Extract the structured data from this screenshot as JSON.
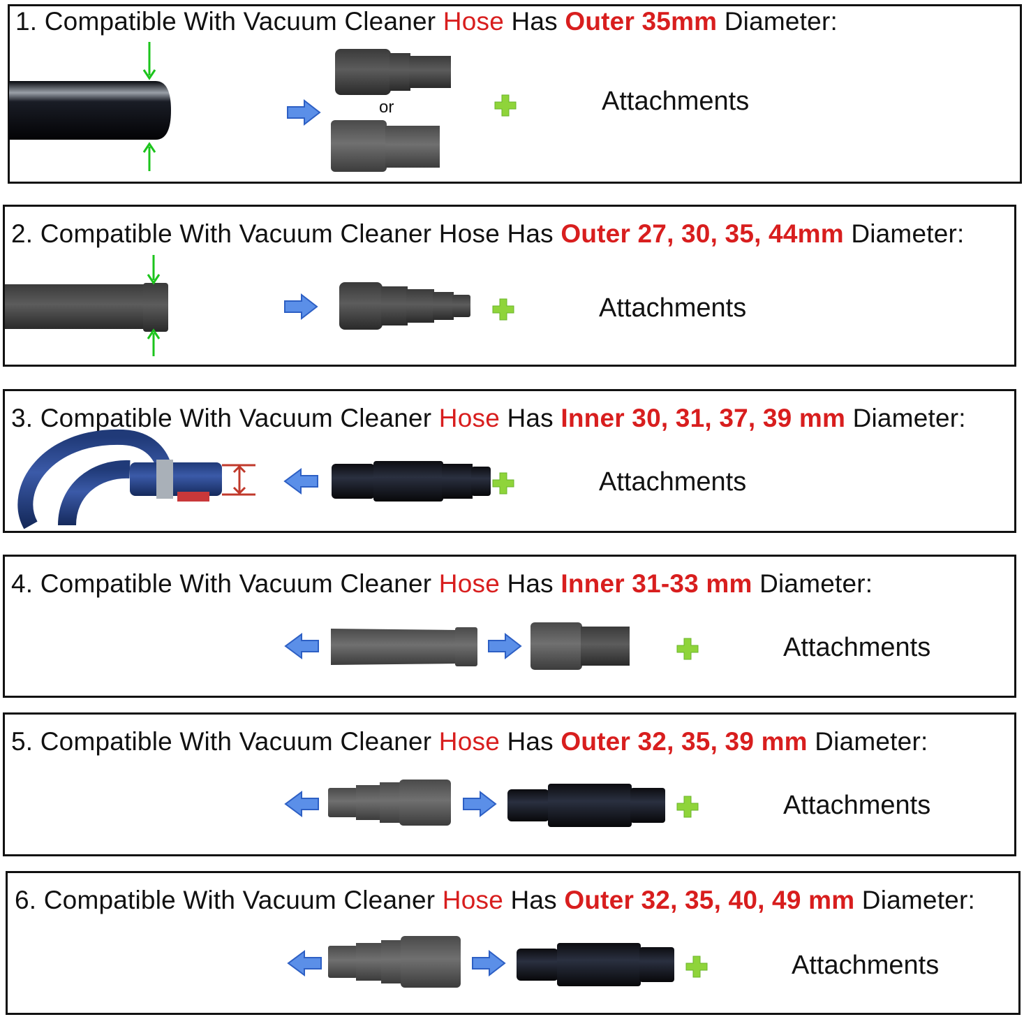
{
  "panels": [
    {
      "number": "1.",
      "prefix": "Compatible With Vacuum Cleaner",
      "hose": "Hose",
      "has": "Has",
      "spec": "Outer 35mm",
      "suffix": "Diameter:",
      "or_label": "or",
      "attachments": "Attachments"
    },
    {
      "number": "2.",
      "prefix": "Compatible With Vacuum Cleaner",
      "hose": "Hose",
      "has": "Has",
      "spec": "Outer 27, 30, 35, 44mm",
      "suffix": "Diameter:",
      "attachments": "Attachments"
    },
    {
      "number": "3.",
      "prefix": "Compatible With Vacuum Cleaner",
      "hose": "Hose",
      "has": "Has",
      "spec": "Inner 30, 31, 37, 39 mm",
      "suffix": "Diameter:",
      "attachments": "Attachments"
    },
    {
      "number": "4.",
      "prefix": "Compatible With Vacuum Cleaner",
      "hose": "Hose",
      "has": "Has",
      "spec": "Inner 31-33 mm",
      "suffix": "Diameter:",
      "attachments": "Attachments"
    },
    {
      "number": "5.",
      "prefix": "Compatible With Vacuum Cleaner",
      "hose": "Hose",
      "has": "Has",
      "spec": "Outer 32, 35, 39 mm",
      "suffix": "Diameter:",
      "attachments": "Attachments"
    },
    {
      "number": "6.",
      "prefix": "Compatible With Vacuum Cleaner",
      "hose": "Hose",
      "has": "Has",
      "spec": "Outer 32, 35, 40, 49 mm",
      "suffix": "Diameter:",
      "attachments": "Attachments"
    }
  ],
  "colors": {
    "highlight": "#d81e1e",
    "arrow_blue": "#5b8fe8",
    "plus_green": "#8fd43a",
    "measure_green": "#1cc41c",
    "measure_red": "#c0392b"
  },
  "icons": [
    "right-arrow-icon",
    "left-arrow-icon",
    "plus-icon",
    "measure-arrow-icon"
  ]
}
